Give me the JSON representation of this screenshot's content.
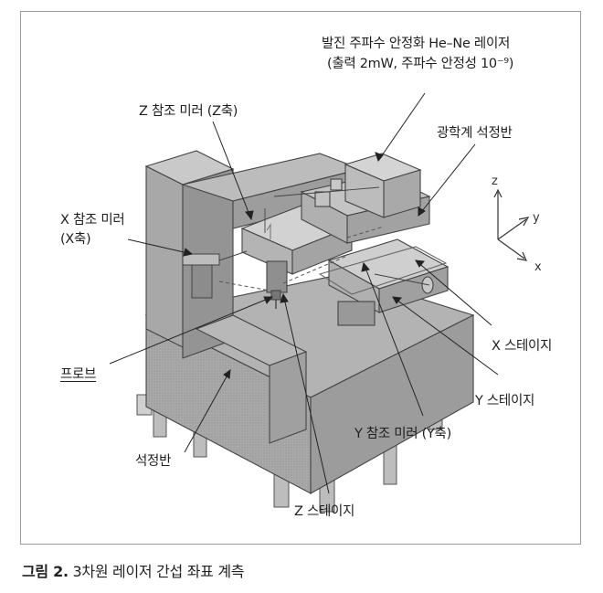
{
  "labels": {
    "laser_line1": "발진 주파수 안정화 He–Ne 레이저",
    "laser_line2": "(출력 2mW, 주파수 안정성 10⁻⁹)",
    "z_mirror": "Z 참조 미러 (Z축)",
    "optical_table": "광학계 석정반",
    "x_mirror_line1": "X 참조 미러",
    "x_mirror_line2": "(X축)",
    "probe": "프로브",
    "x_stage": "X 스테이지",
    "y_stage": "Y 스테이지",
    "y_mirror": "Y 참조 미러 (Y축)",
    "granite_base": "석정반",
    "z_stage": "Z 스테이지"
  },
  "axes": {
    "z": "z",
    "y": "y",
    "x": "x"
  },
  "caption": {
    "prefix": "그림 2.",
    "text": "3차원 레이저 간섭 좌표 계측"
  }
}
